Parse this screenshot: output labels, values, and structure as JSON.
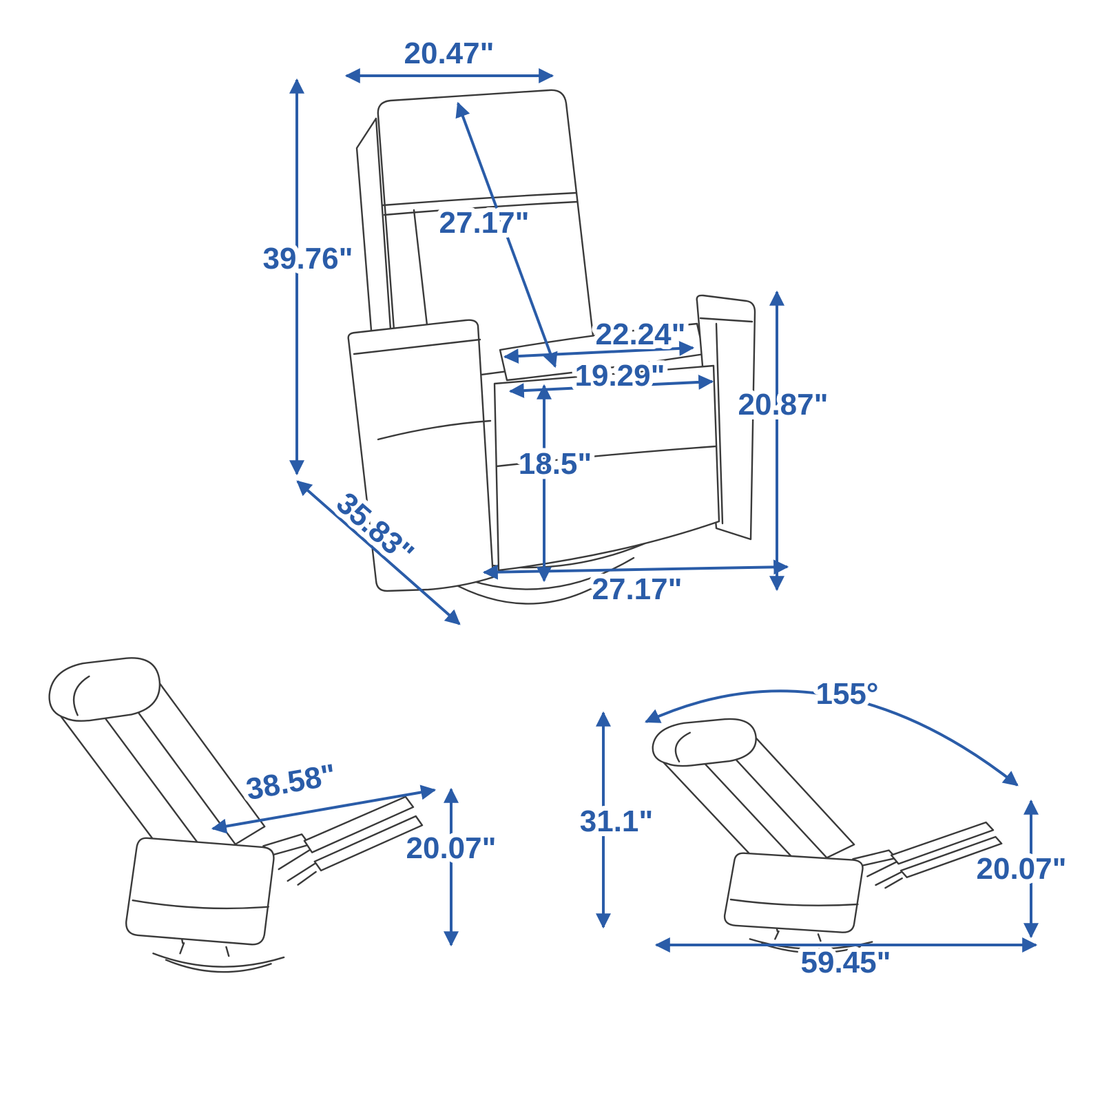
{
  "diagram": {
    "subject": "swivel recliner chair dimensions",
    "colors": {
      "dimension_blue": "#2a5ca8",
      "line_gray": "#3a3a3a",
      "background": "#ffffff"
    },
    "upright_view": {
      "top_width": "20.47\"",
      "backrest_diagonal": "27.17\"",
      "overall_height": "39.76\"",
      "seat_width_outer": "22.24\"",
      "seat_width_inner": "19.29\"",
      "back_seat_height": "20.87\"",
      "seat_front_height": "18.5\"",
      "overall_depth": "35.83\"",
      "base_front_width": "27.17\""
    },
    "reclined_side_view": {
      "reclined_length": "38.58\"",
      "footrest_height": "20.07\""
    },
    "reclined_angle_view": {
      "recline_angle": "155°",
      "back_height": "31.1\"",
      "footrest_height": "20.07\"",
      "reclined_length": "59.45\""
    }
  }
}
